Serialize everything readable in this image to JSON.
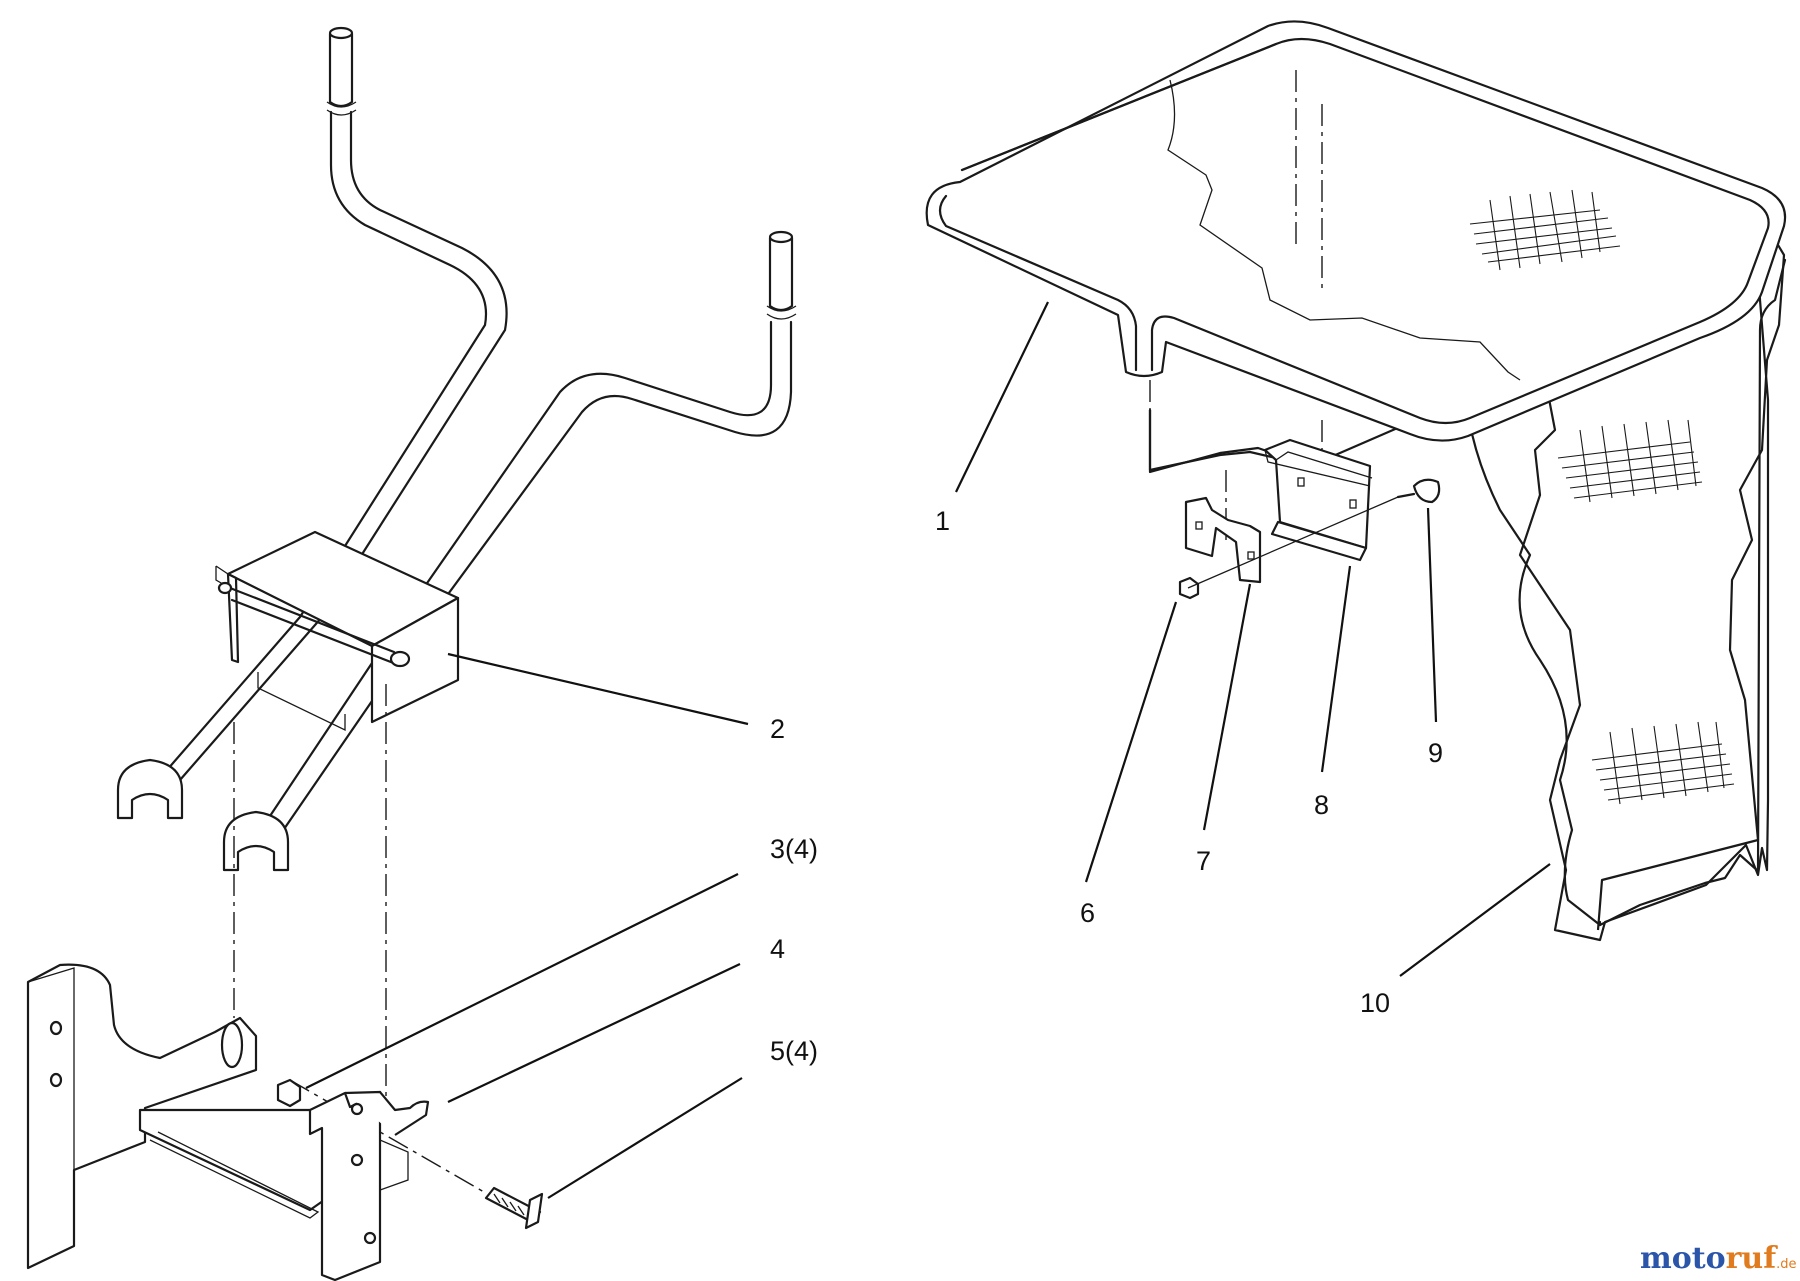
{
  "callouts": [
    {
      "id": "1",
      "text": "1"
    },
    {
      "id": "2",
      "text": "2"
    },
    {
      "id": "3",
      "text": "3(4)"
    },
    {
      "id": "4",
      "text": "4"
    },
    {
      "id": "5",
      "text": "5(4)"
    },
    {
      "id": "6",
      "text": "6"
    },
    {
      "id": "7",
      "text": "7"
    },
    {
      "id": "8",
      "text": "8"
    },
    {
      "id": "9",
      "text": "9"
    },
    {
      "id": "10",
      "text": "10"
    }
  ],
  "watermark": {
    "main_a": "moto",
    "main_b": "ruf",
    "suffix": ".de"
  },
  "colors": {
    "line": "#1a1a1a",
    "watermark_blue": "#2a55a8",
    "watermark_orange": "#e07b1e"
  }
}
